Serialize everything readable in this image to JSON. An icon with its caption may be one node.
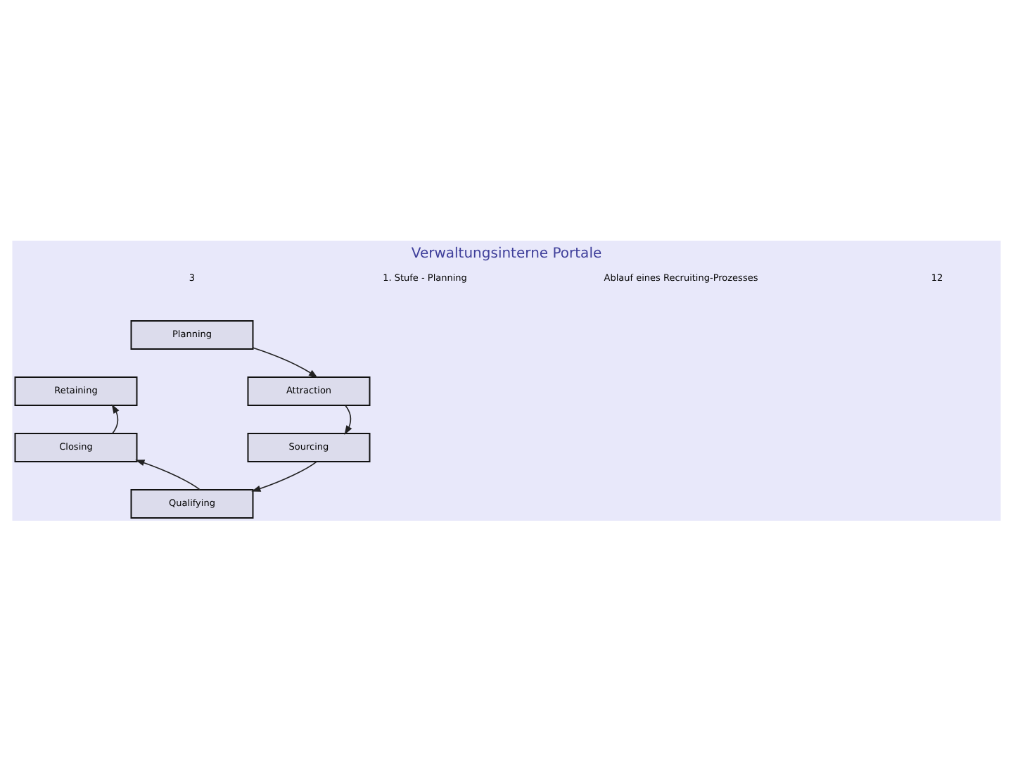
{
  "diagram": {
    "title": "Verwaltungsinterne Portale",
    "nodes": [
      {
        "text": [
          "Planning"
        ]
      },
      {
        "text": [
          "Retaining"
        ]
      },
      {
        "text": [
          "Attraction"
        ]
      },
      {
        "text": [
          "Closing"
        ]
      },
      {
        "text": [
          "Sourcing"
        ]
      },
      {
        "text": [
          "Qualifying"
        ]
      }
    ],
    "edges": [
      {
        "from": 0,
        "to": 2,
        "arrow": "to"
      },
      {
        "from": 2,
        "to": 4,
        "arrow": "to"
      },
      {
        "from": 4,
        "to": 5,
        "arrow": "to"
      },
      {
        "from": 5,
        "to": 3,
        "arrow": "to"
      },
      {
        "from": 3,
        "to": 1,
        "arrow": "to"
      }
    ],
    "labels": [
      "3",
      "1. Stufe - Planning",
      "Ablauf eines Recruiting-Prozesses",
      "12"
    ]
  }
}
